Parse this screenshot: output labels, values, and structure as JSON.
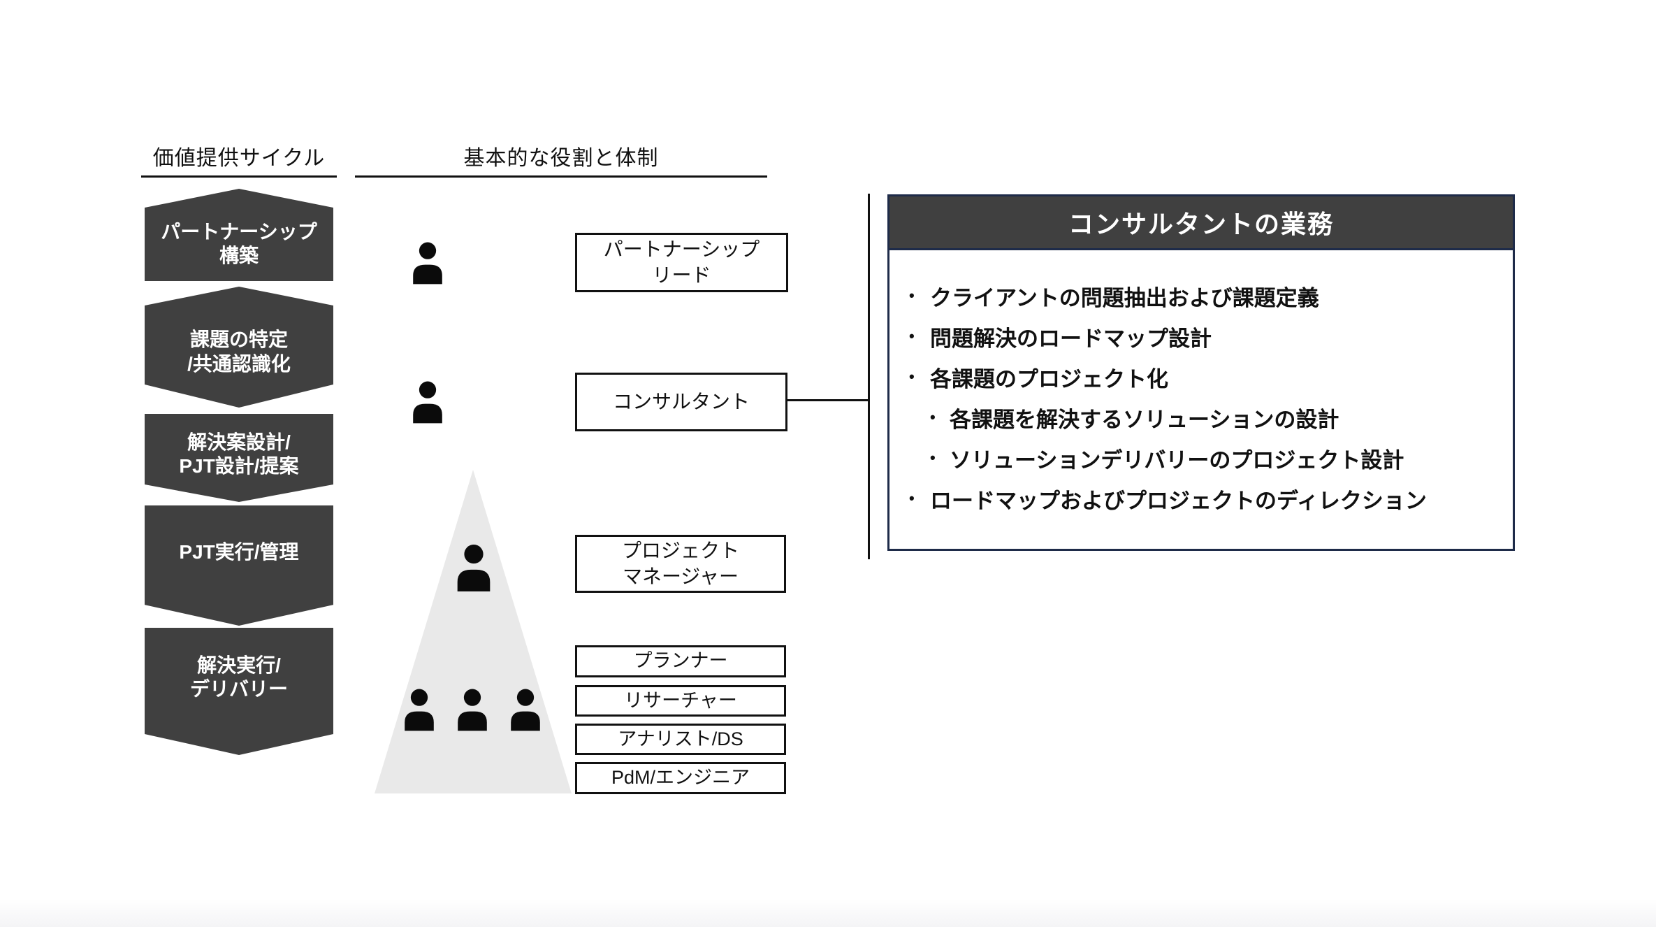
{
  "colors": {
    "dark_shape": "#404040",
    "panel_border": "#1e2b49",
    "triangle": "#e9e9e9",
    "line": "#111111",
    "text_light": "#ffffff",
    "text_dark": "#111111",
    "page_bg": "#ffffff"
  },
  "icons": {
    "person": "person-icon"
  },
  "value_cycle": {
    "header": "価値提供サイクル",
    "steps": [
      "パートナーシップ\n構築",
      "課題の特定\n/共通認識化",
      "解決案設計/\nPJT設計/提案",
      "PJT実行/管理",
      "解決実行/\nデリバリー"
    ]
  },
  "roles": {
    "header": "基本的な役割と体制",
    "boxes": [
      "パートナーシップ\nリード",
      "コンサルタント",
      "プロジェクト\nマネージャー",
      "プランナー",
      "リサーチャー",
      "アナリスト/DS",
      "PdM/エンジニア"
    ]
  },
  "consultant_panel": {
    "title": "コンサルタントの業務",
    "items": [
      {
        "level": 1,
        "text": "クライアントの問題抽出および課題定義"
      },
      {
        "level": 1,
        "text": "問題解決のロードマップ設計"
      },
      {
        "level": 1,
        "text": "各課題のプロジェクト化"
      },
      {
        "level": 2,
        "text": "各課題を解決するソリューションの設計"
      },
      {
        "level": 2,
        "text": "ソリューションデリバリーのプロジェクト設計"
      },
      {
        "level": 1,
        "text": "ロードマップおよびプロジェクトのディレクション"
      }
    ]
  }
}
